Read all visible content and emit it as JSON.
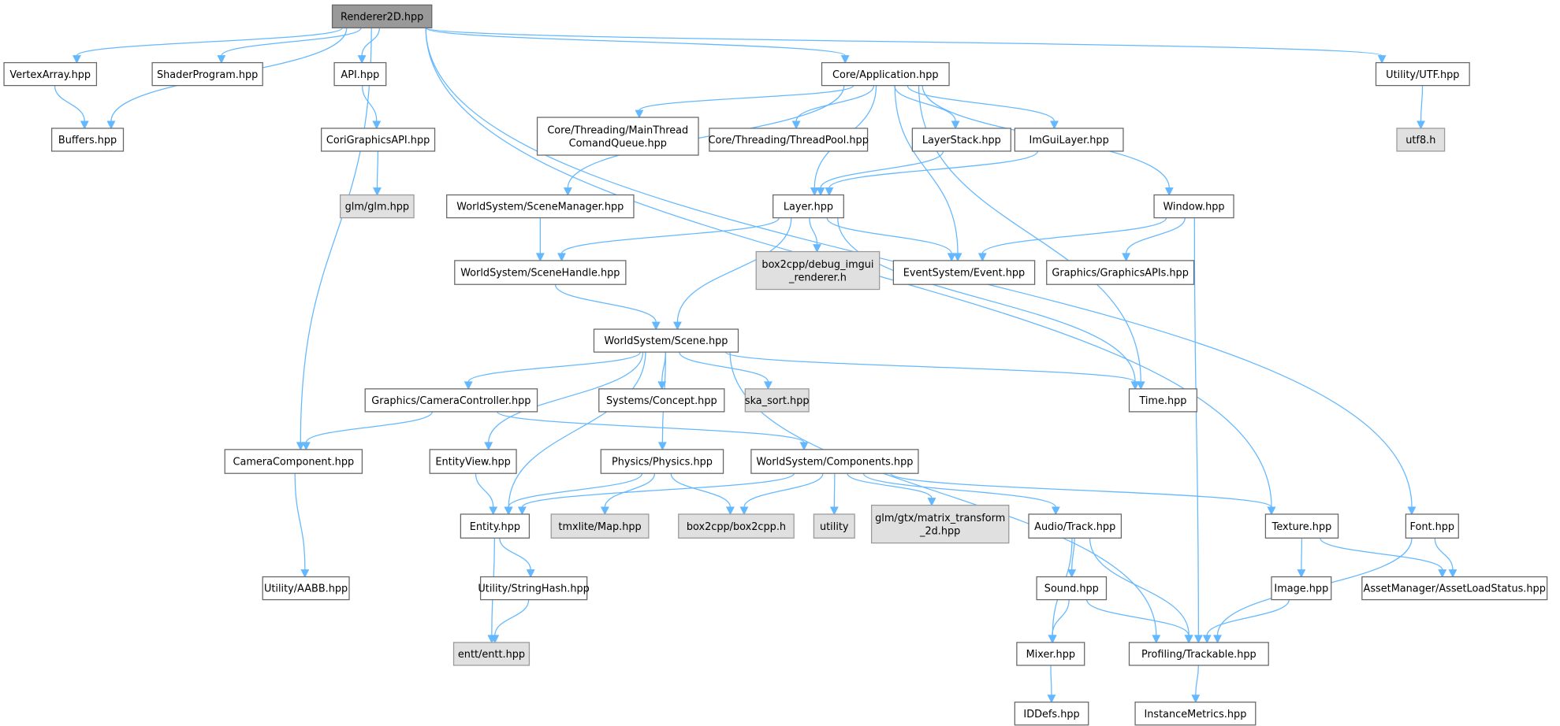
{
  "title": "Renderer2D.hpp",
  "colors": {
    "edge": "#63b8ff",
    "root_fill": "#999999",
    "external_fill": "#e0e0e0",
    "border": "#666666"
  },
  "nodes": [
    {
      "id": "renderer2d",
      "lines": [
        "Renderer2D.hpp"
      ],
      "kind": "root"
    },
    {
      "id": "vertexarray",
      "lines": [
        "VertexArray.hpp"
      ],
      "kind": "normal"
    },
    {
      "id": "shaderprogram",
      "lines": [
        "ShaderProgram.hpp"
      ],
      "kind": "normal"
    },
    {
      "id": "api",
      "lines": [
        "API.hpp"
      ],
      "kind": "normal"
    },
    {
      "id": "application",
      "lines": [
        "Core/Application.hpp"
      ],
      "kind": "normal"
    },
    {
      "id": "utf",
      "lines": [
        "Utility/UTF.hpp"
      ],
      "kind": "normal"
    },
    {
      "id": "buffers",
      "lines": [
        "Buffers.hpp"
      ],
      "kind": "normal"
    },
    {
      "id": "corigraphicsapi",
      "lines": [
        "CoriGraphicsAPI.hpp"
      ],
      "kind": "normal"
    },
    {
      "id": "glm",
      "lines": [
        "glm/glm.hpp"
      ],
      "kind": "external"
    },
    {
      "id": "utf8",
      "lines": [
        "utf8.h"
      ],
      "kind": "external"
    },
    {
      "id": "mainthread",
      "lines": [
        "Core/Threading/MainThread",
        "ComandQueue.hpp"
      ],
      "kind": "normal"
    },
    {
      "id": "threadpool",
      "lines": [
        "Core/Threading/ThreadPool.hpp"
      ],
      "kind": "normal"
    },
    {
      "id": "layerstack",
      "lines": [
        "LayerStack.hpp"
      ],
      "kind": "normal"
    },
    {
      "id": "imguilayer",
      "lines": [
        "ImGuiLayer.hpp"
      ],
      "kind": "normal"
    },
    {
      "id": "scenemanager",
      "lines": [
        "WorldSystem/SceneManager.hpp"
      ],
      "kind": "normal"
    },
    {
      "id": "layer",
      "lines": [
        "Layer.hpp"
      ],
      "kind": "normal"
    },
    {
      "id": "window",
      "lines": [
        "Window.hpp"
      ],
      "kind": "normal"
    },
    {
      "id": "scenehandle",
      "lines": [
        "WorldSystem/SceneHandle.hpp"
      ],
      "kind": "normal"
    },
    {
      "id": "debugimgui",
      "lines": [
        "box2cpp/debug_imgui",
        "_renderer.h"
      ],
      "kind": "external"
    },
    {
      "id": "event",
      "lines": [
        "EventSystem/Event.hpp"
      ],
      "kind": "normal"
    },
    {
      "id": "graphicsapis",
      "lines": [
        "Graphics/GraphicsAPIs.hpp"
      ],
      "kind": "normal"
    },
    {
      "id": "scene",
      "lines": [
        "WorldSystem/Scene.hpp"
      ],
      "kind": "normal"
    },
    {
      "id": "cameracontroller",
      "lines": [
        "Graphics/CameraController.hpp"
      ],
      "kind": "normal"
    },
    {
      "id": "concept",
      "lines": [
        "Systems/Concept.hpp"
      ],
      "kind": "normal"
    },
    {
      "id": "skasort",
      "lines": [
        "ska_sort.hpp"
      ],
      "kind": "external"
    },
    {
      "id": "time",
      "lines": [
        "Time.hpp"
      ],
      "kind": "normal"
    },
    {
      "id": "cameracomponent",
      "lines": [
        "CameraComponent.hpp"
      ],
      "kind": "normal"
    },
    {
      "id": "entityview",
      "lines": [
        "EntityView.hpp"
      ],
      "kind": "normal"
    },
    {
      "id": "physics",
      "lines": [
        "Physics/Physics.hpp"
      ],
      "kind": "normal"
    },
    {
      "id": "components",
      "lines": [
        "WorldSystem/Components.hpp"
      ],
      "kind": "normal"
    },
    {
      "id": "entity",
      "lines": [
        "Entity.hpp"
      ],
      "kind": "normal"
    },
    {
      "id": "tmxlite",
      "lines": [
        "tmxlite/Map.hpp"
      ],
      "kind": "external"
    },
    {
      "id": "box2cpp",
      "lines": [
        "box2cpp/box2cpp.h"
      ],
      "kind": "external"
    },
    {
      "id": "utility",
      "lines": [
        "utility"
      ],
      "kind": "external"
    },
    {
      "id": "matrix2d",
      "lines": [
        "glm/gtx/matrix_transform",
        "_2d.hpp"
      ],
      "kind": "external"
    },
    {
      "id": "track",
      "lines": [
        "Audio/Track.hpp"
      ],
      "kind": "normal"
    },
    {
      "id": "texture",
      "lines": [
        "Texture.hpp"
      ],
      "kind": "normal"
    },
    {
      "id": "font",
      "lines": [
        "Font.hpp"
      ],
      "kind": "normal"
    },
    {
      "id": "aabb",
      "lines": [
        "Utility/AABB.hpp"
      ],
      "kind": "normal"
    },
    {
      "id": "stringhash",
      "lines": [
        "Utility/StringHash.hpp"
      ],
      "kind": "normal"
    },
    {
      "id": "entt",
      "lines": [
        "entt/entt.hpp"
      ],
      "kind": "external"
    },
    {
      "id": "sound",
      "lines": [
        "Sound.hpp"
      ],
      "kind": "normal"
    },
    {
      "id": "image",
      "lines": [
        "Image.hpp"
      ],
      "kind": "normal"
    },
    {
      "id": "assetloadstatus",
      "lines": [
        "AssetManager/AssetLoadStatus.hpp"
      ],
      "kind": "normal"
    },
    {
      "id": "mixer",
      "lines": [
        "Mixer.hpp"
      ],
      "kind": "normal"
    },
    {
      "id": "trackable",
      "lines": [
        "Profiling/Trackable.hpp"
      ],
      "kind": "normal"
    },
    {
      "id": "iddefs",
      "lines": [
        "IDDefs.hpp"
      ],
      "kind": "normal"
    },
    {
      "id": "instancemetrics",
      "lines": [
        "InstanceMetrics.hpp"
      ],
      "kind": "normal"
    }
  ],
  "edges": [
    [
      "renderer2d",
      "vertexarray"
    ],
    [
      "renderer2d",
      "buffers"
    ],
    [
      "renderer2d",
      "shaderprogram"
    ],
    [
      "renderer2d",
      "api"
    ],
    [
      "renderer2d",
      "cameracomponent"
    ],
    [
      "renderer2d",
      "application"
    ],
    [
      "renderer2d",
      "texture"
    ],
    [
      "renderer2d",
      "font"
    ],
    [
      "renderer2d",
      "utf"
    ],
    [
      "vertexarray",
      "buffers"
    ],
    [
      "api",
      "corigraphicsapi"
    ],
    [
      "corigraphicsapi",
      "glm"
    ],
    [
      "utf",
      "utf8"
    ],
    [
      "application",
      "mainthread"
    ],
    [
      "application",
      "threadpool"
    ],
    [
      "application",
      "layerstack"
    ],
    [
      "application",
      "imguilayer"
    ],
    [
      "application",
      "scenemanager"
    ],
    [
      "application",
      "layer"
    ],
    [
      "application",
      "event"
    ],
    [
      "application",
      "window"
    ],
    [
      "application",
      "time"
    ],
    [
      "layerstack",
      "layer"
    ],
    [
      "imguilayer",
      "layer"
    ],
    [
      "scenemanager",
      "scenehandle"
    ],
    [
      "layer",
      "scenehandle"
    ],
    [
      "layer",
      "debugimgui"
    ],
    [
      "layer",
      "event"
    ],
    [
      "layer",
      "scene"
    ],
    [
      "layer",
      "time"
    ],
    [
      "window",
      "event"
    ],
    [
      "window",
      "graphicsapis"
    ],
    [
      "window",
      "trackable"
    ],
    [
      "scenehandle",
      "scene"
    ],
    [
      "scene",
      "cameracontroller"
    ],
    [
      "scene",
      "concept"
    ],
    [
      "scene",
      "skasort"
    ],
    [
      "scene",
      "time"
    ],
    [
      "scene",
      "entityview"
    ],
    [
      "scene",
      "entity"
    ],
    [
      "scene",
      "physics"
    ],
    [
      "scene",
      "trackable"
    ],
    [
      "cameracontroller",
      "cameracomponent"
    ],
    [
      "cameracontroller",
      "components"
    ],
    [
      "cameracomponent",
      "aabb"
    ],
    [
      "entityview",
      "entity"
    ],
    [
      "physics",
      "entity"
    ],
    [
      "physics",
      "tmxlite"
    ],
    [
      "physics",
      "box2cpp"
    ],
    [
      "components",
      "entity"
    ],
    [
      "components",
      "box2cpp"
    ],
    [
      "components",
      "utility"
    ],
    [
      "components",
      "matrix2d"
    ],
    [
      "components",
      "track"
    ],
    [
      "components",
      "texture"
    ],
    [
      "entity",
      "stringhash"
    ],
    [
      "entity",
      "entt"
    ],
    [
      "stringhash",
      "entt"
    ],
    [
      "track",
      "sound"
    ],
    [
      "track",
      "mixer"
    ],
    [
      "track",
      "trackable"
    ],
    [
      "sound",
      "mixer"
    ],
    [
      "sound",
      "trackable"
    ],
    [
      "texture",
      "image"
    ],
    [
      "texture",
      "assetloadstatus"
    ],
    [
      "font",
      "assetloadstatus"
    ],
    [
      "font",
      "trackable"
    ],
    [
      "image",
      "trackable"
    ],
    [
      "mixer",
      "iddefs"
    ],
    [
      "trackable",
      "instancemetrics"
    ]
  ]
}
